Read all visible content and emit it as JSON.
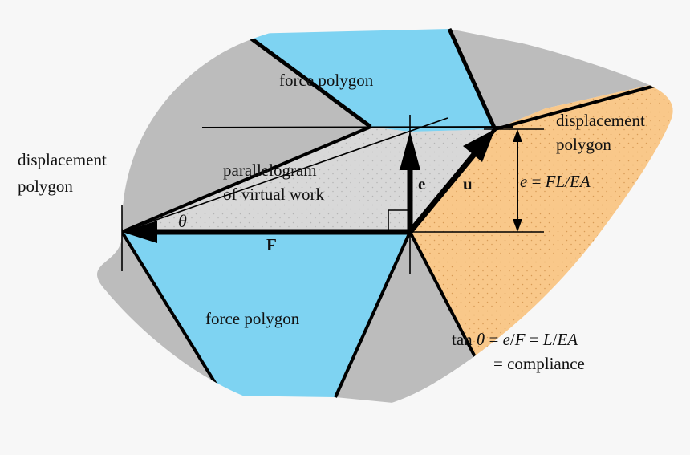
{
  "figure": {
    "background_color": "#f7f7f7",
    "labels": {
      "force_polygon_top": "force polygon",
      "force_polygon_bottom": "force polygon",
      "displacement_polygon_left_line1": "displacement",
      "displacement_polygon_left_line2": "polygon",
      "displacement_polygon_right_line1": "displacement",
      "displacement_polygon_right_line2": "polygon",
      "parallelogram_line1": "parallelogram",
      "parallelogram_line2": "of virtual work",
      "vector_e": "e",
      "vector_u": "u",
      "vector_F": "F",
      "angle_theta": "θ"
    },
    "equations": {
      "extension": {
        "lhs": "e",
        "eq": " = ",
        "rhs": "FL/EA",
        "full": "e = FL/EA"
      },
      "compliance_line1": {
        "prefix": "tan ",
        "theta": "θ",
        "middle": " = ",
        "term1": "e",
        "slash1": "/",
        "term2": "F",
        "middle2": " = ",
        "term3": "L",
        "slash2": "/",
        "term4": "EA",
        "full": "tan θ = e/F = L/EA"
      },
      "compliance_line2": {
        "full": "= compliance"
      }
    },
    "colors": {
      "force_polygon_fill": "#7ed3f2",
      "displacement_polygon_fill": "#f9c88a",
      "gray_region_fill": "#bcbcbc",
      "parallelogram_fill": "#d8d8d8",
      "stroke": "#000000",
      "text": "#111111"
    }
  }
}
